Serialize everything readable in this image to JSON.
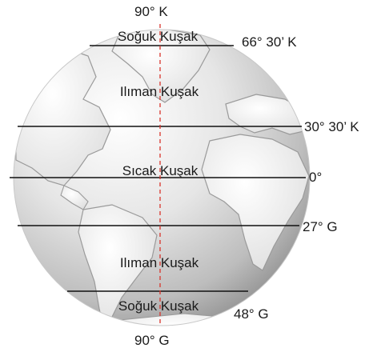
{
  "poles": {
    "north": "90° K",
    "south": "90° G"
  },
  "latitudes": [
    {
      "id": "north-polar",
      "label": "66° 30’ K"
    },
    {
      "id": "north-tropic",
      "label": "30° 30’ K"
    },
    {
      "id": "equator",
      "label": "0°"
    },
    {
      "id": "south-tropic",
      "label": "27° G"
    },
    {
      "id": "south-polar",
      "label": "48° G"
    }
  ],
  "zones": [
    {
      "id": "north-cold",
      "label": "Soğuk Kuşak"
    },
    {
      "id": "north-temperate",
      "label": "Ilıman Kuşak"
    },
    {
      "id": "hot",
      "label": "Sıcak Kuşak"
    },
    {
      "id": "south-temperate",
      "label": "Ilıman Kuşak"
    },
    {
      "id": "south-cold",
      "label": "Soğuk Kuşak"
    }
  ],
  "colors": {
    "line": "#111111",
    "meridian": "#d9342b",
    "ocean_light": "#fbfbfb",
    "ocean_dark": "#9a9a9a",
    "land": "#f2f2f2",
    "land_edge": "#8c8c8c"
  }
}
